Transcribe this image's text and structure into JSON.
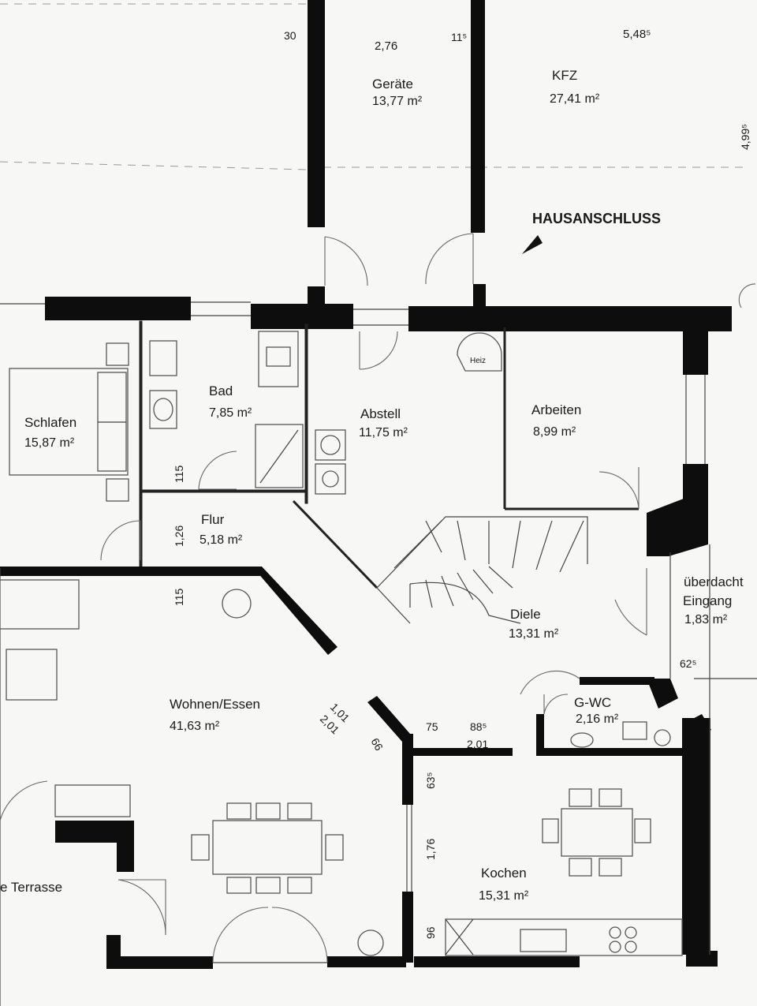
{
  "rooms": {
    "geraete": {
      "name": "Geräte",
      "area": "13,77 m²"
    },
    "kfz": {
      "name": "KFZ",
      "area": "27,41 m²"
    },
    "schlafen": {
      "name": "Schlafen",
      "area": "15,87 m²"
    },
    "bad": {
      "name": "Bad",
      "area": "7,85 m²"
    },
    "abstell": {
      "name": "Abstell",
      "area": "11,75 m²"
    },
    "arbeiten": {
      "name": "Arbeiten",
      "area": "8,99 m²"
    },
    "flur": {
      "name": "Flur",
      "area": "5,18 m²"
    },
    "diele": {
      "name": "Diele",
      "area": "13,31 m²"
    },
    "eingang": {
      "name1": "überdacht",
      "name2": "Eingang",
      "area": "1,83 m²"
    },
    "wohnen": {
      "name": "Wohnen/Essen",
      "area": "41,63 m²"
    },
    "gwc": {
      "name": "G-WC",
      "area": "2,16 m²"
    },
    "kochen": {
      "name": "Kochen",
      "area": "15,31 m²"
    },
    "terrasse": {
      "name": "e Terrasse"
    }
  },
  "labels": {
    "hausanschluss": "HAUSANSCHLUSS",
    "heiz": "Heiz"
  },
  "dimensions": {
    "d30": "30",
    "d276": "2,76",
    "d115a": "11⁵",
    "d548": "5,48⁵",
    "d499": "4,99⁵",
    "d115b": "115",
    "d126": "1,26",
    "d115c": "115",
    "d625": "62⁵",
    "d101": "1,01",
    "d201a": "2,01",
    "d66": "66",
    "d75": "75",
    "d885": "88⁵",
    "d201b": "2,01",
    "d635": "63⁵",
    "d176": "1,76",
    "d96": "96"
  }
}
